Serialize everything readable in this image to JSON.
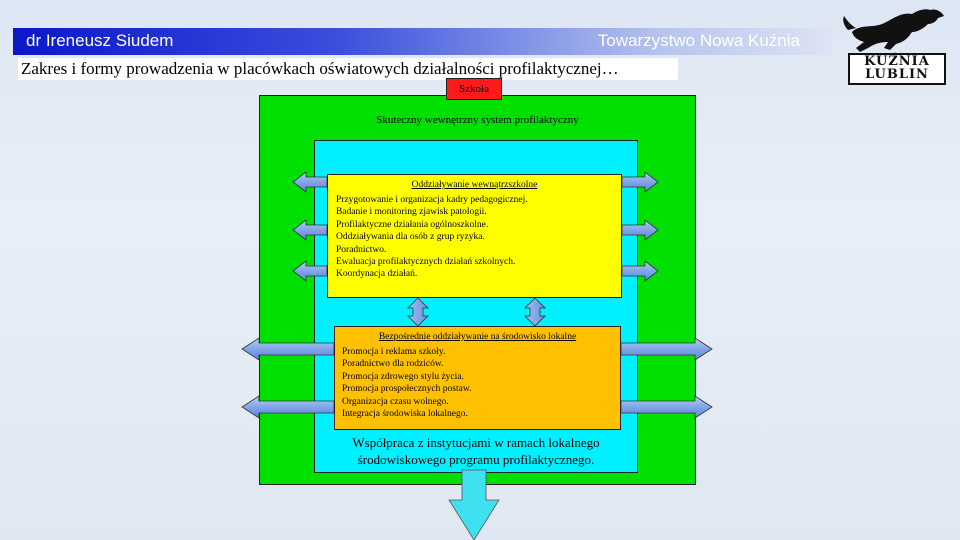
{
  "header": {
    "author": "dr Ireneusz Siudem",
    "organization": "Towarzystwo Nowa Kuźnia",
    "subtitle": "Zakres i formy prowadzenia w placówkach oświatowych działalności profilaktycznej…"
  },
  "logo": {
    "line1": "KUŹNIA",
    "line2": "LUBLIN",
    "icon": "horse-icon"
  },
  "diagram": {
    "school_label": "Szkoła",
    "system_label": "Skuteczny wewnętrzny system profilaktyczny",
    "internal": {
      "title": "Oddziaływanie wewnątrzszkolne",
      "items": [
        "Przygotowanie i organizacja kadry pedagogicznej.",
        "Badanie i monitoring zjawisk patologii.",
        "Profilaktyczne działania ogólnoszkolne.",
        "Oddziaływania dla osób z grup ryzyka.",
        "Poradnictwo.",
        "Ewaluacja profilaktycznych działań szkolnych.",
        "Koordynacja działań."
      ]
    },
    "local": {
      "title": "Bezpośrednie oddziaływanie na środowisko lokalne",
      "items": [
        "Promocja i reklama szkoły.",
        "Poradnictwo dla rodziców.",
        "Promocja zdrowego stylu życia.",
        "Promocja prospołecznych postaw.",
        "Organizacja czasu wolnego.",
        "Integracja środowiska lokalnego."
      ]
    },
    "cooperation": {
      "line1": "Współpraca z instytucjami w ramach lokalnego",
      "line2": "środowiskowego programu profilaktycznego."
    }
  },
  "colors": {
    "header_blue": "#0a18c8",
    "outer_box": "#00e000",
    "middle_box": "#00f0ff",
    "internal_box": "#ffff00",
    "local_box": "#ffc000",
    "school_box": "#ff1a1a",
    "arrow_fill": "#7fa6e8",
    "arrow_bottom": "#3fe0f0"
  }
}
